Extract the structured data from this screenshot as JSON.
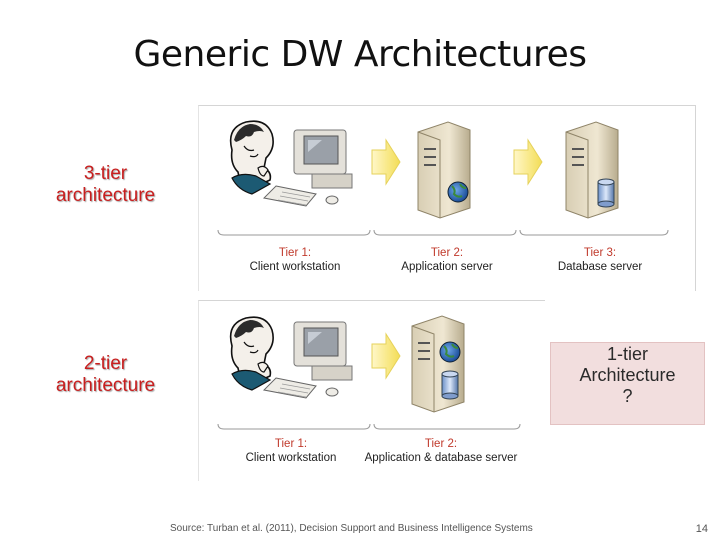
{
  "slide": {
    "title": "Generic DW Architectures",
    "source": "Source: Turban et al. (2011), Decision Support and Business Intelligence Systems",
    "page_number": "14"
  },
  "three_tier": {
    "label_line1": "3-tier",
    "label_line2": "architecture",
    "tiers": [
      {
        "tier": "Tier 1:",
        "desc": "Client workstation"
      },
      {
        "tier": "Tier 2:",
        "desc": "Application server"
      },
      {
        "tier": "Tier 3:",
        "desc": "Database server"
      }
    ]
  },
  "two_tier": {
    "label_line1": "2-tier",
    "label_line2": "architecture",
    "tiers": [
      {
        "tier": "Tier 1:",
        "desc": "Client workstation"
      },
      {
        "tier": "Tier 2:",
        "desc": "Application & database server"
      }
    ]
  },
  "callout": {
    "line1": "1-tier",
    "line2": "Architecture",
    "line3": "?"
  },
  "colors": {
    "label_red": "#c81e1e",
    "tier_red": "#c0392b",
    "callout_bg": "#f2dede",
    "arrow_yellow": "#f7e87a"
  }
}
